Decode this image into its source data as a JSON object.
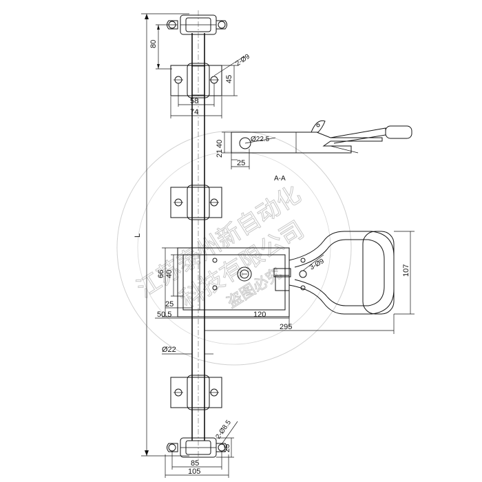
{
  "dimensions": {
    "top_bracket_height": "80",
    "top_holes": "2-Ø9",
    "plate_height": "45",
    "plate_hole_spacing": "58",
    "plate_width": "74",
    "overall_length": "L",
    "rod_diameter": "Ø22",
    "bottom_holes": "2-Ø8.5",
    "bottom_bracket_height": "25",
    "bottom_hole_spacing": "85",
    "bottom_width": "105",
    "section_height": "40",
    "section_offset": "21",
    "section_pin_dia": "Ø22.5",
    "section_width": "25",
    "section_label": "A-A",
    "handle_height": "107",
    "handle_holes": "3-Ø9",
    "body_height": "66",
    "body_inner_height": "40",
    "body_offset_a": "25",
    "body_offset_b": "50.5",
    "body_width": "120",
    "overall_width": "295"
  },
  "watermark": {
    "line1": "江苏泰州新自动化",
    "line2": "科技有限公司",
    "line3": "盗图必究"
  }
}
